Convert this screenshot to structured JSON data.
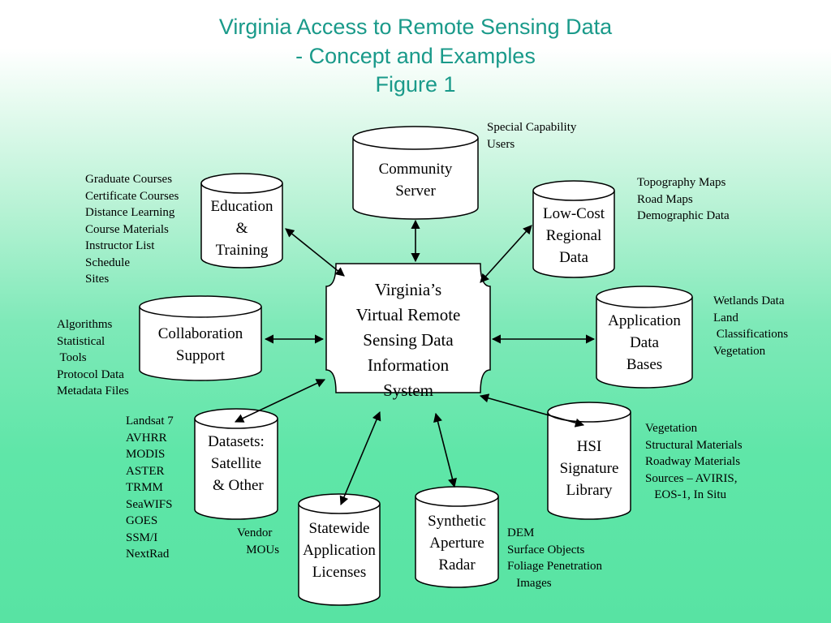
{
  "title": {
    "line1": "Virginia Access to Remote Sensing Data",
    "line2": "- Concept and Examples",
    "line3": "Figure 1"
  },
  "center": {
    "label": "Virginia’s\nVirtual Remote\nSensing Data\nInformation\nSystem"
  },
  "nodes": {
    "community_server": "Community\nServer",
    "education_training": "Education\n&\nTraining",
    "low_cost_regional_data": "Low-Cost\nRegional\nData",
    "collaboration_support": "Collaboration\nSupport",
    "application_data_bases": "Application\nData\nBases",
    "datasets": "Datasets:\nSatellite\n & Other",
    "hsi_library": "HSI\nSignature\nLibrary",
    "statewide_licenses": "Statewide\nApplication\nLicenses",
    "synthetic_aperture_radar": "Synthetic\nAperture\nRadar"
  },
  "notes": {
    "special_capability": "Special Capability\nUsers",
    "education": "Graduate Courses\nCertificate Courses\nDistance Learning\nCourse Materials\nInstructor List\nSchedule\nSites",
    "low_cost": "Topography Maps\nRoad Maps\nDemographic Data",
    "algorithms": "Algorithms\nStatistical\n Tools\nProtocol Data\nMetadata Files",
    "wetlands": "Wetlands Data\nLand\n Classifications\nVegetation",
    "satellites": "Landsat 7\nAVHRR\nMODIS\nASTER\nTRMM\nSeaWIFS\nGOES\nSSM/I\nNextRad",
    "hsi": "Vegetation\nStructural Materials\nRoadway Materials\nSources – AVIRIS,\n   EOS-1, In Situ",
    "vendor": "Vendor\n   MOUs",
    "sar": "DEM\nSurface Objects\nFoliage Penetration\n   Images"
  },
  "colors": {
    "title": "#1a9a8a",
    "stroke": "#000000",
    "fill": "#ffffff"
  }
}
